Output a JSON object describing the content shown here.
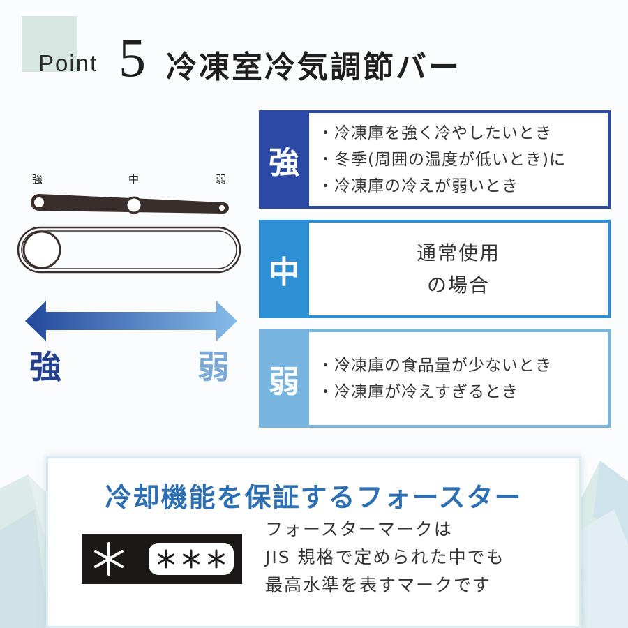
{
  "header": {
    "prefix": "Point",
    "number": "5",
    "title": "冷凍室冷気調節バー"
  },
  "slider": {
    "labels": [
      "強",
      "中",
      "弱"
    ],
    "position": "中"
  },
  "scale": {
    "left_label": "強",
    "right_label": "弱",
    "colors": {
      "start": "#23479c",
      "end": "#85bce8"
    }
  },
  "levels": [
    {
      "badge": "強",
      "color": "#2a4aa6",
      "lines": [
        "・冷凍庫を強く冷やしたいとき",
        "・冬季(周囲の温度が低いとき)に",
        "・冷凍庫の冷えが弱いとき"
      ]
    },
    {
      "badge": "中",
      "color": "#2d8fd4",
      "lines": [
        "通常使用",
        "の場合"
      ]
    },
    {
      "badge": "弱",
      "color": "#78b4e0",
      "lines": [
        "・冷凍庫の食品量が少ないとき",
        "・冷凍庫が冷えすぎるとき"
      ]
    }
  ],
  "bottom": {
    "title": "冷却機能を保証するフォースター",
    "mark_icons": [
      "snowflake-icon",
      "star-icon",
      "star-icon",
      "star-icon"
    ],
    "description": [
      "フォースターマークは",
      "JIS 規格で定められた中でも",
      "最高水準を表すマークです"
    ]
  },
  "colors": {
    "title_blue": "#2d6fb3",
    "accent_green": "#d5e7e0"
  }
}
